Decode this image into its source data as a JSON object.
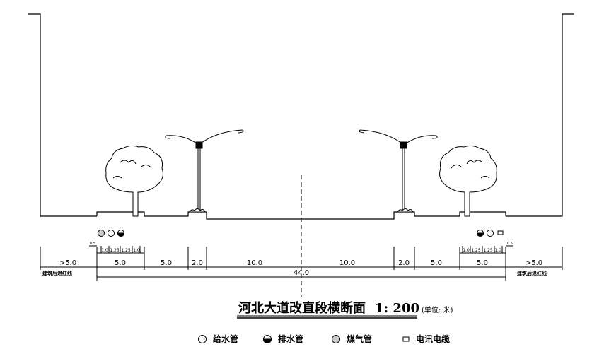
{
  "title": "河北大道改直段横断面",
  "scale": "1: 200",
  "unit_note": "(单位: 米)",
  "dimensions": {
    "total": "44.0",
    "outer_left": ">5.0",
    "outer_right": ">5.0",
    "sidewalk_left": "5.0",
    "bike_left": "5.0",
    "strip_left": "2.0",
    "lane_left": "10.0",
    "lane_right": "10.0",
    "strip_right": "2.0",
    "bike_right": "5.0",
    "sidewalk_right": "5.0",
    "curb_left": "0.5",
    "curb_right": "0.5",
    "pipes_left": [
      "1.0",
      "1.25",
      "1.25",
      "1.0"
    ],
    "pipes_right": [
      "1.0",
      "1.25",
      "1.25",
      "1.0"
    ]
  },
  "setback_left": "建筑后退红线",
  "setback_right": "建筑后退红线",
  "legend": [
    {
      "icon": "open-circle-icon",
      "label": "给水管"
    },
    {
      "icon": "half-filled-circle-icon",
      "label": "排水管"
    },
    {
      "icon": "hatched-circle-icon",
      "label": "煤气管"
    },
    {
      "icon": "small-rectangle-icon",
      "label": "电讯电缆"
    }
  ]
}
